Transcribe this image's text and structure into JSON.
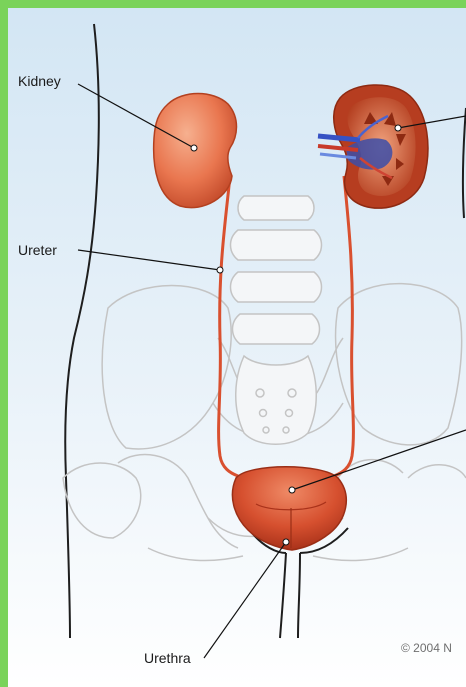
{
  "labels": {
    "kidney": "Kidney",
    "ureter": "Ureter",
    "urethra": "Urethra"
  },
  "copyright": "© 2004 N",
  "colors": {
    "frame_border": "#7ad35a",
    "background_top": "#d6e7f4",
    "background_bottom": "#ffffff",
    "organ": "#d44a2b",
    "organ_light": "#ee8d6a",
    "organ_dark": "#a32a12",
    "bone_outline": "#c4c4c4",
    "body_outline": "#1e1e1e",
    "leader_line": "#111111"
  }
}
